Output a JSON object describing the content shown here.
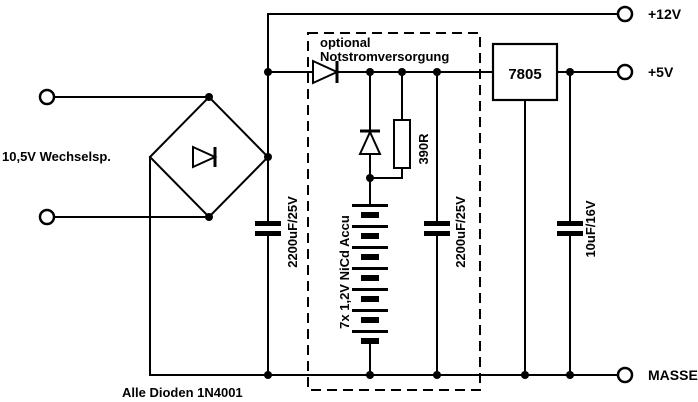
{
  "schematic": {
    "input_label": "10,5V Wechselsp.",
    "note": "Alle Dioden 1N4001",
    "rails": {
      "v12": "+12V",
      "v5": "+5V",
      "gnd": "MASSE"
    },
    "backup_box": {
      "title_line1": "optional",
      "title_line2": "Notstromversorgung"
    },
    "components": {
      "regulator": "7805",
      "resistor": "390R",
      "main_cap": "2200uF/25V",
      "backup_cap": "2200uF/25V",
      "output_cap": "10uF/16V",
      "battery": "7x 1,2V NiCd Accu"
    },
    "colors": {
      "ink": "#000000",
      "paper": "#ffffff"
    }
  }
}
